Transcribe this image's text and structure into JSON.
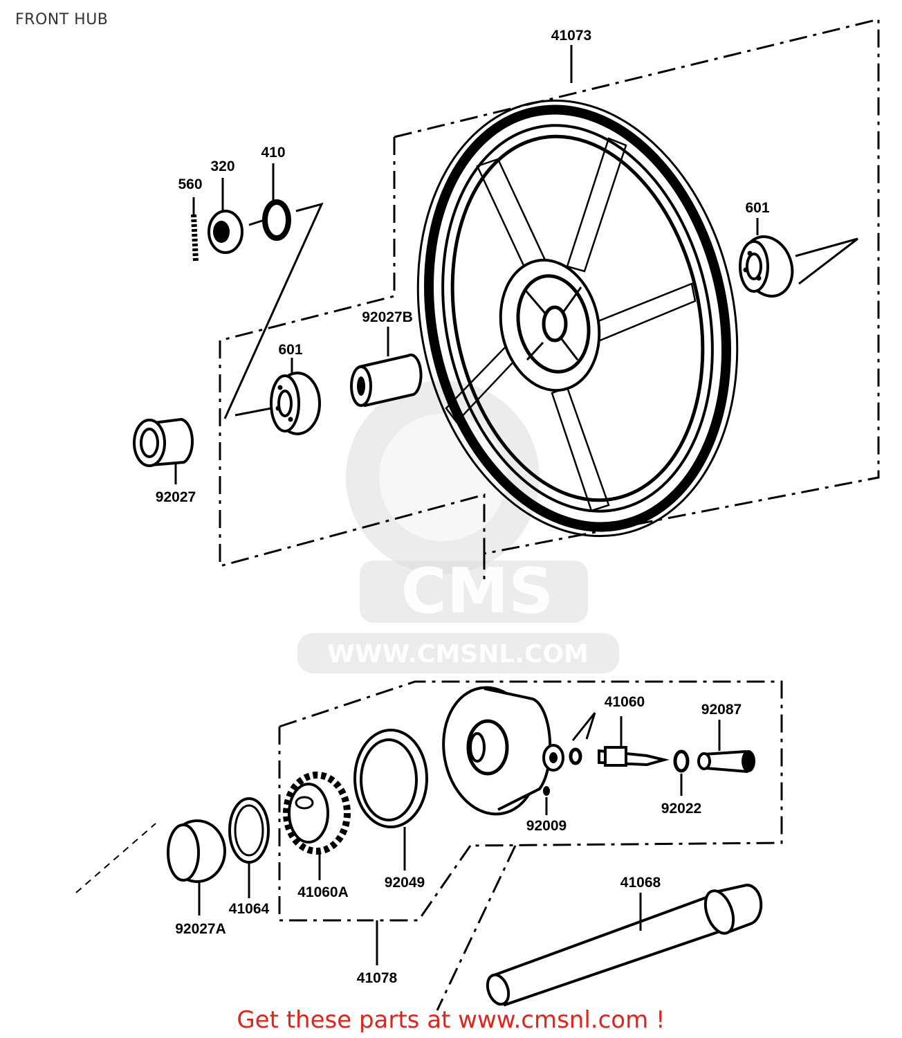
{
  "page": {
    "title": "FRONT HUB",
    "promo": "Get these parts at www.cmsnl.com !"
  },
  "watermark": {
    "brand": "CMS",
    "url": "WWW.CMSNL.COM"
  },
  "parts": {
    "wheel": "41073",
    "bearing_right": "601",
    "bearing_left": "601",
    "valve_core": "560",
    "valve_cap": "320",
    "valve_washer": "410",
    "spacer_92027b": "92027B",
    "collar_92027": "92027",
    "collar_92027a": "92027A",
    "retainer_41064": "41064",
    "gear_41060a": "41060A",
    "seal_92049": "92049",
    "meter_gear_set": "41078",
    "housing_pin_92009": "92009",
    "pinion_41060": "41060",
    "washer_92022": "92022",
    "bushing_92087": "92087",
    "axle_41068": "41068"
  }
}
